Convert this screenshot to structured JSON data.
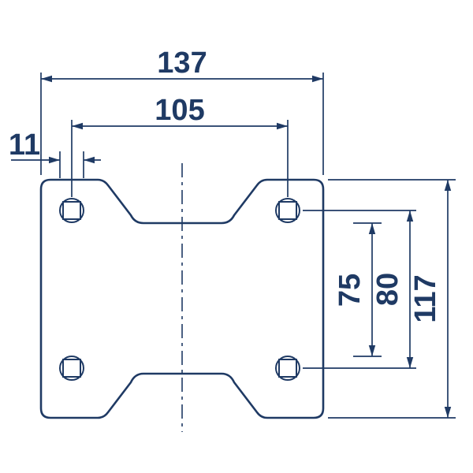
{
  "drawing": {
    "line_color": "#1f3a64",
    "background_color": "#ffffff",
    "dims": {
      "overall_width": "137",
      "hole_pattern_width": "105",
      "hole_detail": "11",
      "inner_height": "75",
      "hole_pattern_height": "80",
      "overall_height": "117"
    }
  }
}
